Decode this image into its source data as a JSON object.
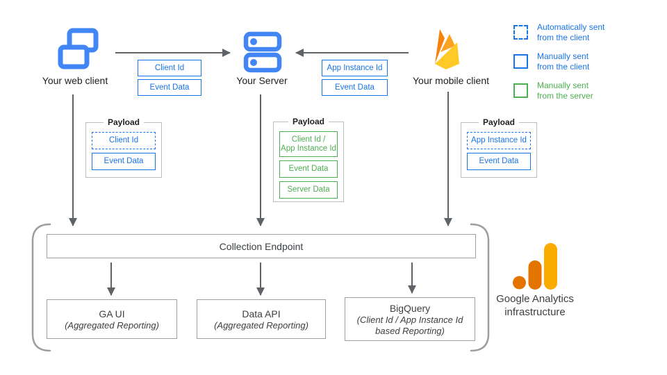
{
  "colors": {
    "blue": "#1a73e8",
    "icon_blue": "#4285f4",
    "green": "#4caf50",
    "arrow_gray": "#5f6368",
    "border_gray": "#9e9e9e",
    "text_dark": "#3c4043",
    "firebase_yellow": "#ffca28",
    "firebase_orange": "#f6820c",
    "firebase_mid_orange": "#fca120",
    "ga_orange": "#e37400",
    "ga_yellow": "#f9ab00"
  },
  "nodes": {
    "web_client": {
      "label": "Your web client",
      "icon": "web-windows-icon"
    },
    "server": {
      "label": "Your Server",
      "icon": "server-icon"
    },
    "mobile_client": {
      "label": "Your mobile client",
      "icon": "firebase-icon"
    }
  },
  "edge_labels": {
    "web_to_server": [
      "Client Id",
      "Event Data"
    ],
    "mobile_to_server": [
      "App Instance Id",
      "Event Data"
    ]
  },
  "legend": {
    "items": [
      {
        "swatch": "dashed-blue",
        "label": "Automatically sent\nfrom the client"
      },
      {
        "swatch": "solid-blue",
        "label": "Manually sent\nfrom the client"
      },
      {
        "swatch": "solid-green",
        "label": "Manually sent\nfrom the server"
      }
    ]
  },
  "payloads": {
    "web": {
      "title": "Payload",
      "items": [
        {
          "label": "Client Id",
          "style": "dashed-blue"
        },
        {
          "label": "Event Data",
          "style": "solid-blue"
        }
      ]
    },
    "server": {
      "title": "Payload",
      "items": [
        {
          "label": "Client Id /\nApp Instance Id",
          "style": "solid-green"
        },
        {
          "label": "Event Data",
          "style": "solid-green"
        },
        {
          "label": "Server Data",
          "style": "solid-green"
        }
      ]
    },
    "mobile": {
      "title": "Payload",
      "items": [
        {
          "label": "App Instance Id",
          "style": "dashed-blue"
        },
        {
          "label": "Event Data",
          "style": "solid-blue"
        }
      ]
    }
  },
  "infrastructure": {
    "collection_endpoint": "Collection Endpoint",
    "outputs": [
      {
        "title": "GA UI",
        "subtitle": "(Aggregated Reporting)"
      },
      {
        "title": "Data API",
        "subtitle": "(Aggregated Reporting)"
      },
      {
        "title": "BigQuery",
        "subtitle": "(Client Id / App Instance Id\nbased Reporting)"
      }
    ],
    "brand_label": "Google Analytics\ninfrastructure"
  }
}
